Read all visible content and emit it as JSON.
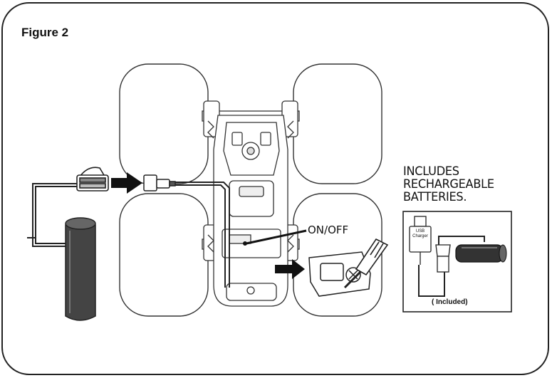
{
  "figure": {
    "title": "Figure 2"
  },
  "labels": {
    "switch": "ON/OFF",
    "callout": [
      "INCLUDES",
      "RECHARGEABLE",
      "BATTERIES."
    ],
    "inset_caption": "( Included)",
    "usb_plug": [
      "USB",
      "Charger"
    ]
  },
  "colors": {
    "line": "#222222",
    "fill": "#ffffff",
    "battery": "#444444"
  }
}
